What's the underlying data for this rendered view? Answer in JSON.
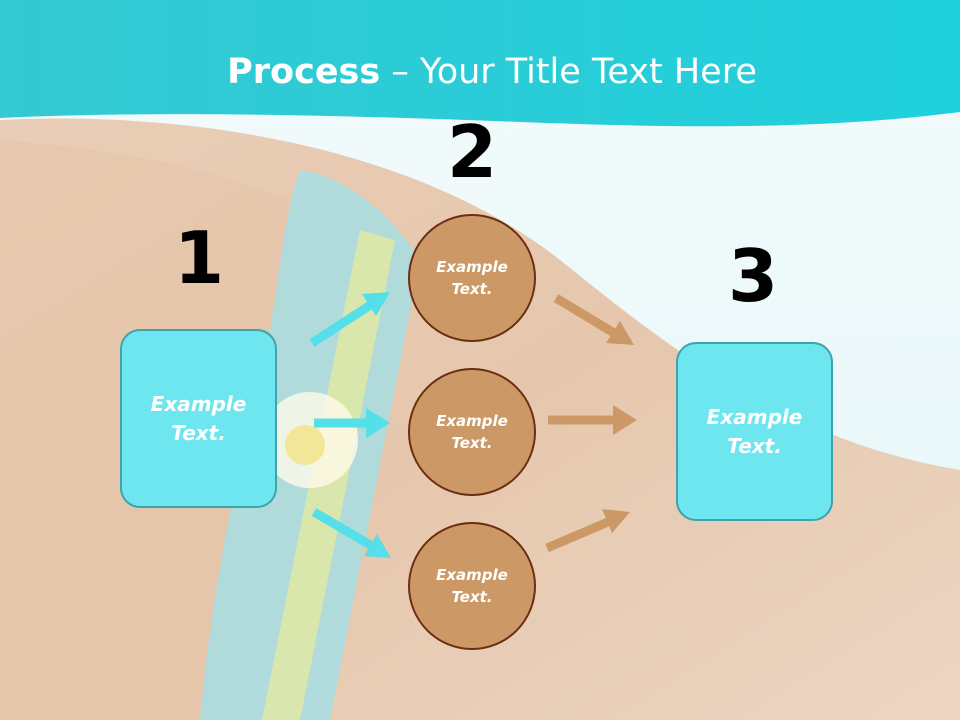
{
  "slide": {
    "title_bold": "Process",
    "title_rest": " – Your Title Text Here"
  },
  "colors": {
    "header_teal": "#1fc6d0",
    "box_fill": "#6ee6ef",
    "box_border": "#3fa3ad",
    "circle_fill": "#cc9966",
    "circle_border": "#6b2e12",
    "arrow_cyan": "#55dfe8",
    "arrow_tan": "#cc9966"
  },
  "steps": [
    {
      "number": "1",
      "text": "Example Text."
    },
    {
      "number": "2",
      "items": [
        {
          "text": "Example Text."
        },
        {
          "text": "Example Text."
        },
        {
          "text": "Example Text."
        }
      ]
    },
    {
      "number": "3",
      "text": "Example Text."
    }
  ]
}
